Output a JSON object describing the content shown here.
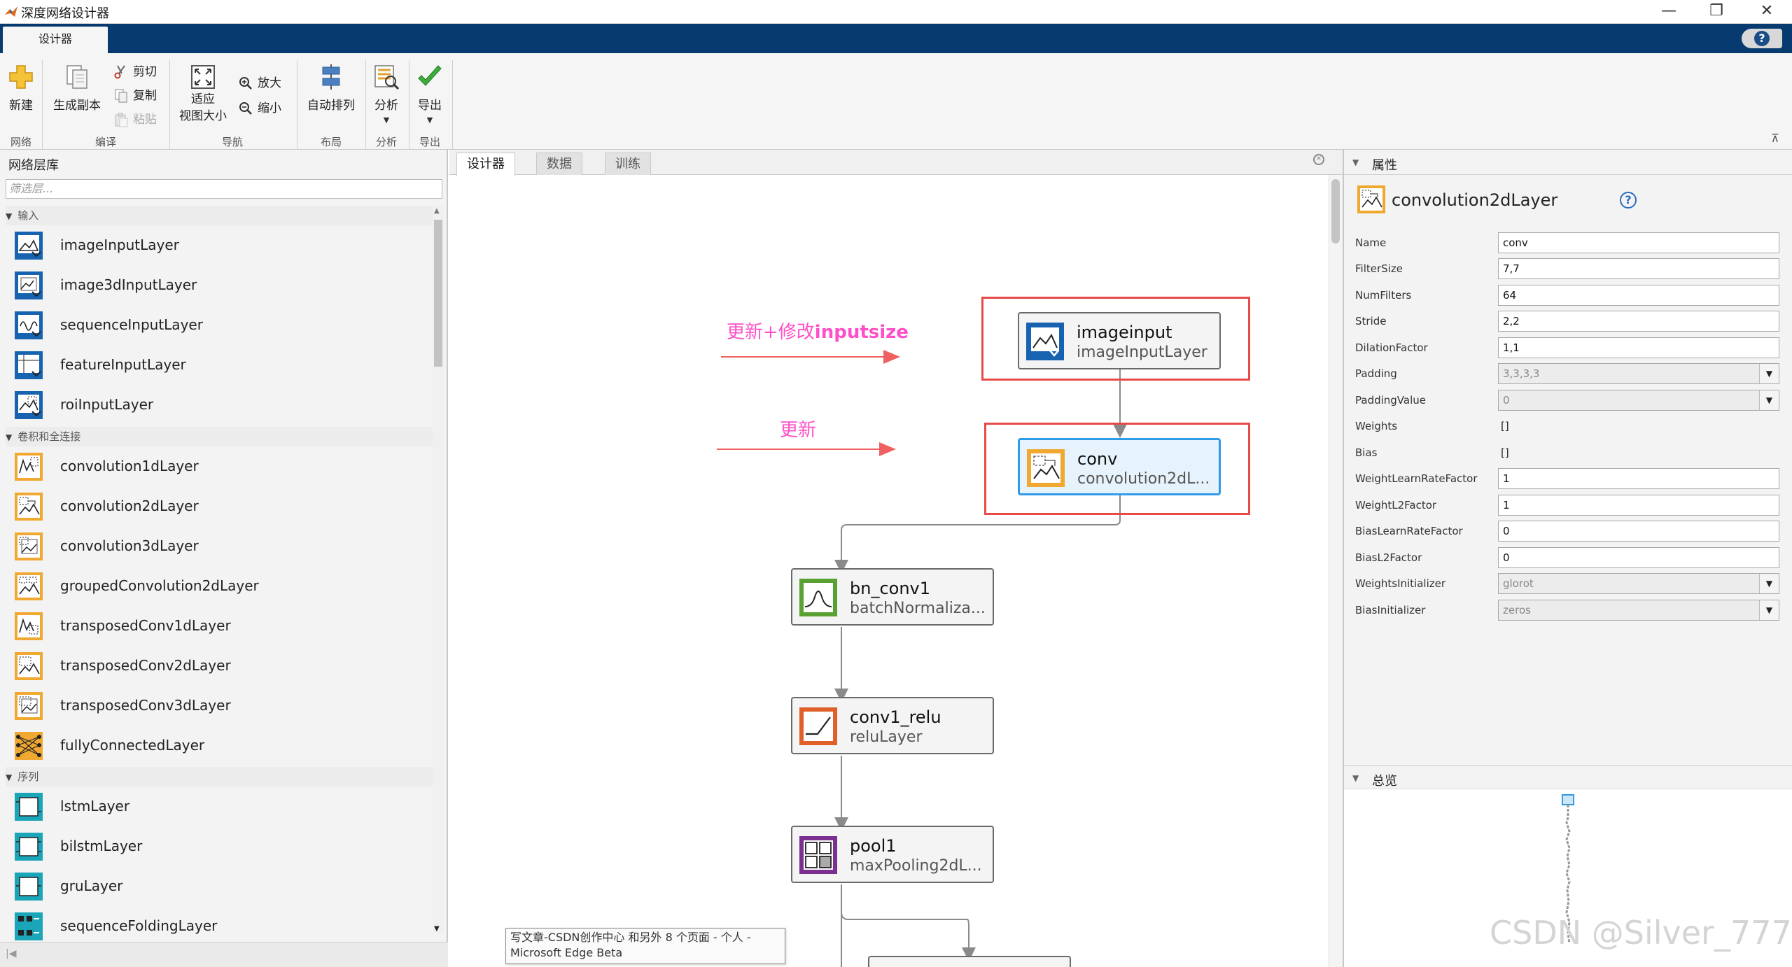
{
  "window": {
    "title": "深度网络设计器",
    "minimize": "—",
    "restore": "❐",
    "close": "✕"
  },
  "ribbon": {
    "tab": "设计器",
    "help": "?",
    "groups": {
      "network": "网络",
      "compile": "编译",
      "navigate": "导航",
      "layout": "布局",
      "analyze": "分析",
      "export": "导出"
    },
    "buttons": {
      "new": "新建",
      "duplicate": "生成副本",
      "cut": "剪切",
      "copy": "复制",
      "paste": "粘贴",
      "fit_line1": "适应",
      "fit_line2": "视图大小",
      "zoom_in": "放大",
      "zoom_out": "缩小",
      "auto_arrange": "自动排列",
      "analyze": "分析",
      "export": "导出"
    }
  },
  "left_panel": {
    "title": "网络层库",
    "filter_placeholder": "筛选层...",
    "categories": [
      {
        "label": "输入",
        "items": [
          "imageInputLayer",
          "image3dInputLayer",
          "sequenceInputLayer",
          "featureInputLayer",
          "roiInputLayer"
        ]
      },
      {
        "label": "卷积和全连接",
        "items": [
          "convolution1dLayer",
          "convolution2dLayer",
          "convolution3dLayer",
          "groupedConvolution2dLayer",
          "transposedConv1dLayer",
          "transposedConv2dLayer",
          "transposedConv3dLayer",
          "fullyConnectedLayer"
        ]
      },
      {
        "label": "序列",
        "items": [
          "lstmLayer",
          "bilstmLayer",
          "gruLayer",
          "sequenceFoldingLayer"
        ]
      }
    ]
  },
  "center": {
    "tabs": [
      "设计器",
      "数据",
      "训练"
    ],
    "nodes": [
      {
        "name": "imageinput",
        "type": "imageInputLayer"
      },
      {
        "name": "conv",
        "type": "convolution2dL..."
      },
      {
        "name": "bn_conv1",
        "type": "batchNormaliza..."
      },
      {
        "name": "conv1_relu",
        "type": "reluLayer"
      },
      {
        "name": "pool1",
        "type": "maxPooling2dL..."
      }
    ],
    "annotations": {
      "a1_prefix": "更新+修改",
      "a1_bold": "inputsize",
      "a2": "更新"
    },
    "tooltip_line1": "写文章-CSDN创作中心 和另外 8 个页面 - 个人 -",
    "tooltip_line2": "Microsoft Edge Beta"
  },
  "right_panel": {
    "title": "属性",
    "layer_type": "convolution2dLayer",
    "help": "?",
    "properties": [
      {
        "label": "Name",
        "value": "conv",
        "kind": "input"
      },
      {
        "label": "FilterSize",
        "value": "7,7",
        "kind": "input"
      },
      {
        "label": "NumFilters",
        "value": "64",
        "kind": "input"
      },
      {
        "label": "Stride",
        "value": "2,2",
        "kind": "input"
      },
      {
        "label": "DilationFactor",
        "value": "1,1",
        "kind": "input"
      },
      {
        "label": "Padding",
        "value": "3,3,3,3",
        "kind": "select"
      },
      {
        "label": "PaddingValue",
        "value": "0",
        "kind": "select"
      },
      {
        "label": "Weights",
        "value": "[]",
        "kind": "text"
      },
      {
        "label": "Bias",
        "value": "[]",
        "kind": "text"
      },
      {
        "label": "WeightLearnRateFactor",
        "value": "1",
        "kind": "input"
      },
      {
        "label": "WeightL2Factor",
        "value": "1",
        "kind": "input"
      },
      {
        "label": "BiasLearnRateFactor",
        "value": "0",
        "kind": "input"
      },
      {
        "label": "BiasL2Factor",
        "value": "0",
        "kind": "input"
      },
      {
        "label": "WeightsInitializer",
        "value": "glorot",
        "kind": "select"
      },
      {
        "label": "BiasInitializer",
        "value": "zeros",
        "kind": "select"
      }
    ],
    "overview_title": "总览"
  },
  "watermark": "CSDN @Silver_777",
  "colors": {
    "ribbon_tabstrip": "#073a6e",
    "selected_border": "#2f9be6",
    "highlight_red": "#e84a4a",
    "annotation_pink": "#ff4fc8",
    "input_blue": "#1763b0",
    "conv_orange": "#f0a830",
    "bn_green": "#5aa133",
    "relu_orange": "#e0602a",
    "pool_purple": "#7b2f8f",
    "seq_teal": "#1aa6b8"
  }
}
